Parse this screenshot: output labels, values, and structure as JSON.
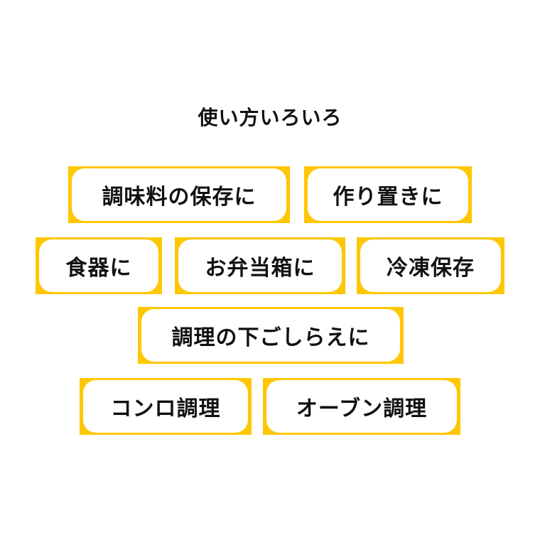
{
  "title": "使い方いろいろ",
  "accent_color": "#ffc700",
  "tags": [
    {
      "label": "調味料の保存に"
    },
    {
      "label": "作り置きに"
    },
    {
      "label": "食器に"
    },
    {
      "label": "お弁当箱に"
    },
    {
      "label": "冷凍保存"
    },
    {
      "label": "調理の下ごしらえに"
    },
    {
      "label": "コンロ調理"
    },
    {
      "label": "オーブン調理"
    }
  ]
}
